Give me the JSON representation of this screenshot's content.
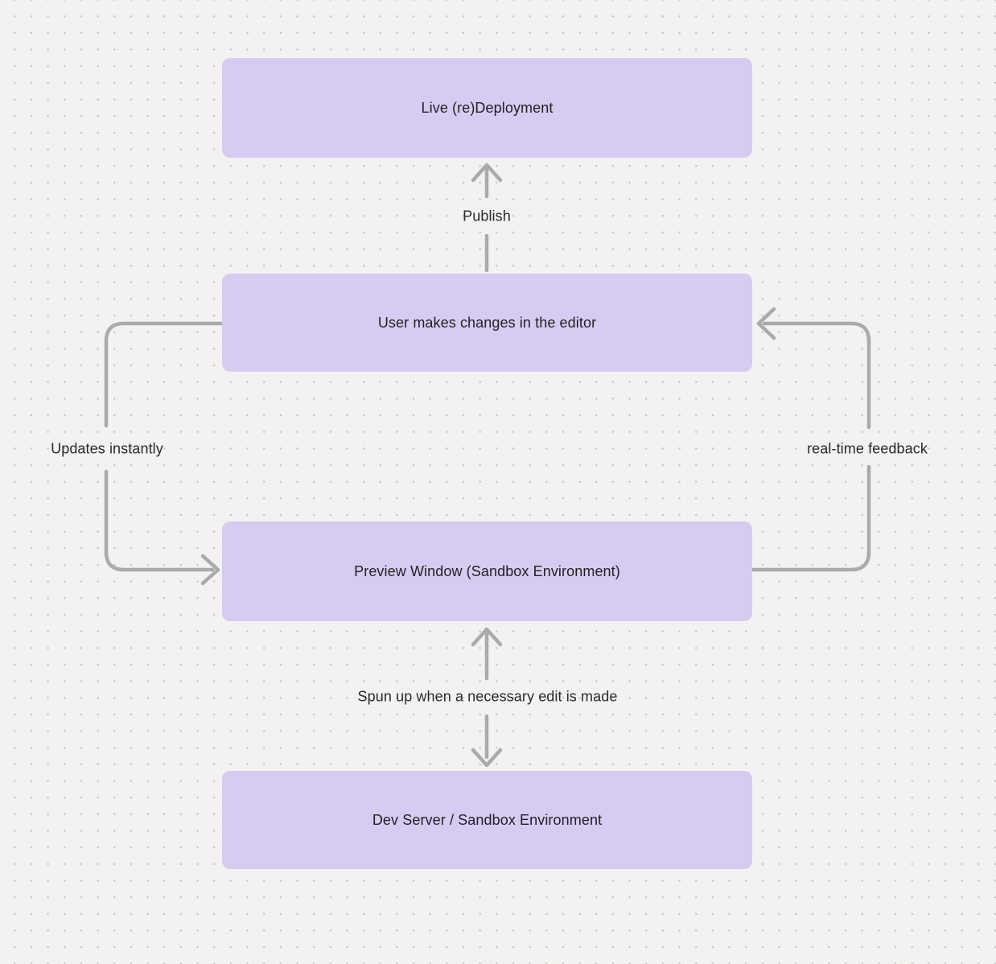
{
  "diagram": {
    "type": "flowchart",
    "nodes": [
      {
        "id": "live-redeployment",
        "label": "Live (re)Deployment"
      },
      {
        "id": "user-editor",
        "label": "User makes changes in the editor"
      },
      {
        "id": "preview-window",
        "label": "Preview Window (Sandbox Environment)"
      },
      {
        "id": "dev-server",
        "label": "Dev Server / Sandbox Environment"
      }
    ],
    "edges": [
      {
        "from": "user-editor",
        "to": "live-redeployment",
        "label": "Publish",
        "direction": "up"
      },
      {
        "from": "user-editor",
        "to": "preview-window",
        "label": "Updates instantly",
        "side": "left",
        "direction": "down"
      },
      {
        "from": "preview-window",
        "to": "user-editor",
        "label": "real-time feedback",
        "side": "right",
        "direction": "up"
      },
      {
        "from": "preview-window",
        "to": "dev-server",
        "label": "Spun up when a necessary edit is made",
        "direction": "both"
      }
    ]
  },
  "colors": {
    "canvas_bg": "#f3f2f0",
    "dot": "#c4c4c4",
    "node_fill": "#d7cbf2",
    "node_text": "#222222",
    "edge_label_text": "#2a2a2a",
    "arrow": "#aaaaaa"
  }
}
